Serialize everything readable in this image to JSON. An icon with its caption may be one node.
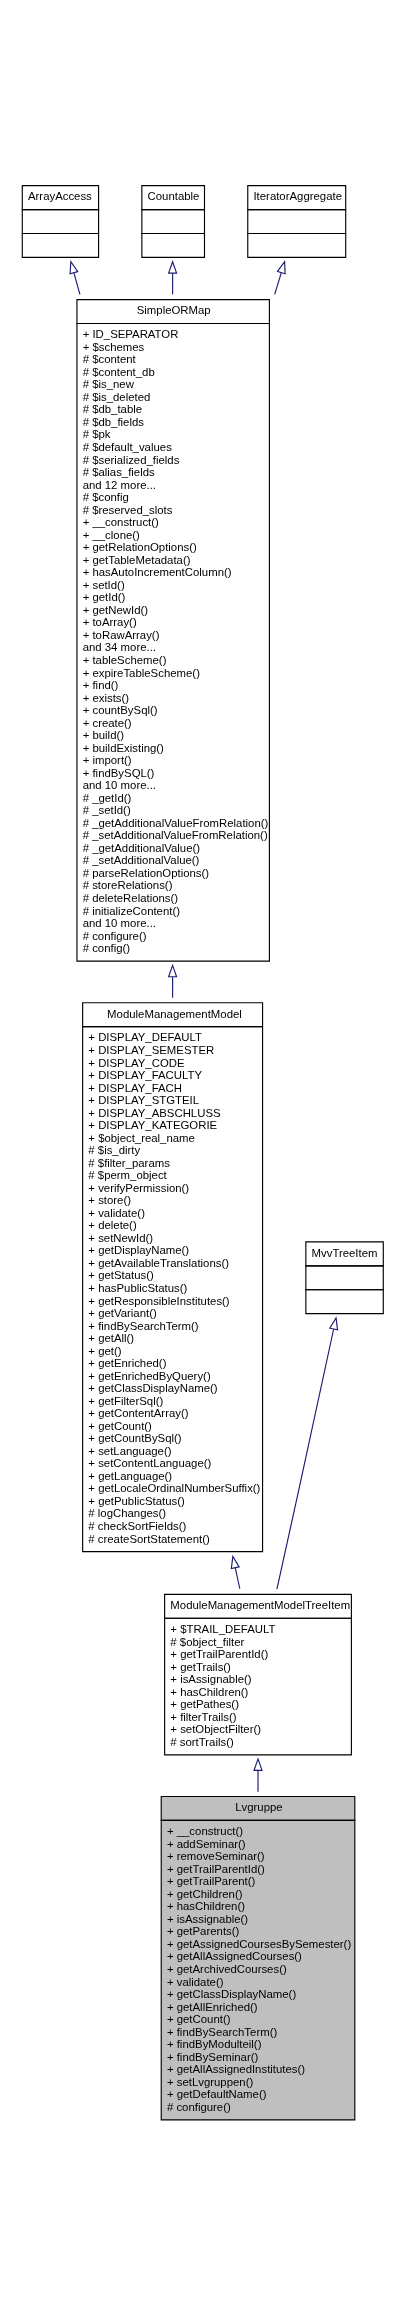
{
  "diagram": {
    "nodes": [
      {
        "text": [
          "ArrayAccess"
        ]
      },
      {
        "text": [
          "Countable"
        ]
      },
      {
        "text": [
          "IteratorAggregate"
        ]
      },
      {
        "text": [
          "SimpleORMap",
          "+ ID_SEPARATOR",
          "+ $schemes",
          "# $content",
          "# $content_db",
          "# $is_new",
          "# $is_deleted",
          "# $db_table",
          "# $db_fields",
          "# $pk",
          "# $default_values",
          "# $serialized_fields",
          "# $alias_fields",
          "and 12 more...",
          "# $config",
          "# $reserved_slots",
          "+ __construct()",
          "+ __clone()",
          "+ getRelationOptions()",
          "+ getTableMetadata()",
          "+ hasAutoIncrementColumn()",
          "+ setId()",
          "+ getId()",
          "+ getNewId()",
          "+ toArray()",
          "+ toRawArray()",
          "and 34 more...",
          "+ tableScheme()",
          "+ expireTableScheme()",
          "+ find()",
          "+ exists()",
          "+ countBySql()",
          "+ create()",
          "+ build()",
          "+ buildExisting()",
          "+ import()",
          "+ findBySQL()",
          "and 10 more...",
          "# _getId()",
          "# _setId()",
          "# _getAdditionalValueFromRelation()",
          "# _setAdditionalValueFromRelation()",
          "# _getAdditionalValue()",
          "# _setAdditionalValue()",
          "# parseRelationOptions()",
          "# storeRelations()",
          "# deleteRelations()",
          "# initializeContent()",
          "and 10 more...",
          "# configure()",
          "# config()"
        ]
      },
      {
        "text": [
          "ModuleManagementModel",
          "+ DISPLAY_DEFAULT",
          "+ DISPLAY_SEMESTER",
          "+ DISPLAY_CODE",
          "+ DISPLAY_FACULTY",
          "+ DISPLAY_FACH",
          "+ DISPLAY_STGTEIL",
          "+ DISPLAY_ABSCHLUSS",
          "+ DISPLAY_KATEGORIE",
          "+ $object_real_name",
          "# $is_dirty",
          "# $filter_params",
          "# $perm_object",
          "+ verifyPermission()",
          "+ store()",
          "+ validate()",
          "+ delete()",
          "+ setNewId()",
          "+ getDisplayName()",
          "+ getAvailableTranslations()",
          "+ getStatus()",
          "+ hasPublicStatus()",
          "+ getResponsibleInstitutes()",
          "+ getVariant()",
          "+ findBySearchTerm()",
          "+ getAll()",
          "+ get()",
          "+ getEnriched()",
          "+ getEnrichedByQuery()",
          "+ getClassDisplayName()",
          "+ getFilterSql()",
          "+ getContentArray()",
          "+ getCount()",
          "+ getCountBySql()",
          "+ setLanguage()",
          "+ setContentLanguage()",
          "+ getLanguage()",
          "+ getLocaleOrdinalNumberSuffix()",
          "+ getPublicStatus()",
          "# logChanges()",
          "# checkSortFields()",
          "# createSortStatement()"
        ]
      },
      {
        "text": [
          "MvvTreeItem"
        ]
      },
      {
        "text": [
          "ModuleManagementModelTreeItem",
          "+ $TRAIL_DEFAULT",
          "# $object_filter",
          "+ getTrailParentId()",
          "+ getTrails()",
          "+ isAssignable()",
          "+ hasChildren()",
          "+ getPathes()",
          "+ filterTrails()",
          "+ setObjectFilter()",
          "# sortTrails()"
        ]
      },
      {
        "text": [
          "Lvgruppe",
          "+ __construct()",
          "+ addSeminar()",
          "+ removeSeminar()",
          "+ getTrailParentId()",
          "+ getTrailParent()",
          "+ getChildren()",
          "+ hasChildren()",
          "+ isAssignable()",
          "+ getParents()",
          "+ getAssignedCoursesBySemester()",
          "+ getAllAssignedCourses()",
          "+ getArchivedCourses()",
          "+ validate()",
          "+ getClassDisplayName()",
          "+ getAllEnriched()",
          "+ getCount()",
          "+ findBySearchTerm()",
          "+ findByModulteil()",
          "+ findBySeminar()",
          "+ getAllAssignedInstitutes()",
          "+ setLvgruppen()",
          "+ getDefaultName()",
          "# configure()"
        ]
      }
    ],
    "edges": [
      {
        "from": 3,
        "to": 0,
        "arrow": "to"
      },
      {
        "from": 3,
        "to": 1,
        "arrow": "to"
      },
      {
        "from": 3,
        "to": 2,
        "arrow": "to"
      },
      {
        "from": 4,
        "to": 3,
        "arrow": "to"
      },
      {
        "from": 6,
        "to": 4,
        "arrow": "to"
      },
      {
        "from": 6,
        "to": 5,
        "arrow": "to"
      },
      {
        "from": 7,
        "to": 6,
        "arrow": "to"
      }
    ]
  }
}
